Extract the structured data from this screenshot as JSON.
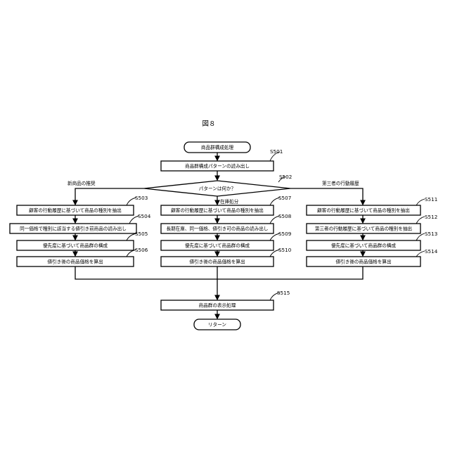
{
  "figure": {
    "title": "図８"
  },
  "flow": {
    "start": "商品群構成処理",
    "load": {
      "text": "商品群構成パターンの読み出し",
      "step": "S501"
    },
    "decision": {
      "text": "パターンは何か？",
      "step": "S502"
    },
    "branches": {
      "left": {
        "label": "新商品の推奨",
        "steps": [
          {
            "text": "顧客の行動履歴に基づいて商品の種別を抽出",
            "step": "S503"
          },
          {
            "text": "同一価格で種別に該当する値引き前商品の読み出し",
            "step": "S504"
          },
          {
            "text": "優先度に基づいて商品群の構成",
            "step": "S505"
          },
          {
            "text": "値引き後の商品価格を算出",
            "step": "S506"
          }
        ]
      },
      "middle": {
        "label": "在庫処分",
        "steps": [
          {
            "text": "顧客の行動履歴に基づいて商品の種別を抽出",
            "step": "S507"
          },
          {
            "text": "長期在庫、同一価格、値引き可の商品の読み出し",
            "step": "S508"
          },
          {
            "text": "優先度に基づいて商品群の構成",
            "step": "S509"
          },
          {
            "text": "値引き後の商品価格を算出",
            "step": "S510"
          }
        ]
      },
      "right": {
        "label": "第三者の行動履歴",
        "steps": [
          {
            "text": "顧客の行動履歴に基づいて商品の種別を抽出",
            "step": "S511"
          },
          {
            "text": "第三者の行動履歴に基づいて商品の種別を抽出",
            "step": "S512"
          },
          {
            "text": "優先度に基づいて商品群の構成",
            "step": "S513"
          },
          {
            "text": "値引き後の商品価格を算出",
            "step": "S514"
          }
        ]
      }
    },
    "display": {
      "text": "商品群の表示処理",
      "step": "S515"
    },
    "end": "リターン"
  }
}
